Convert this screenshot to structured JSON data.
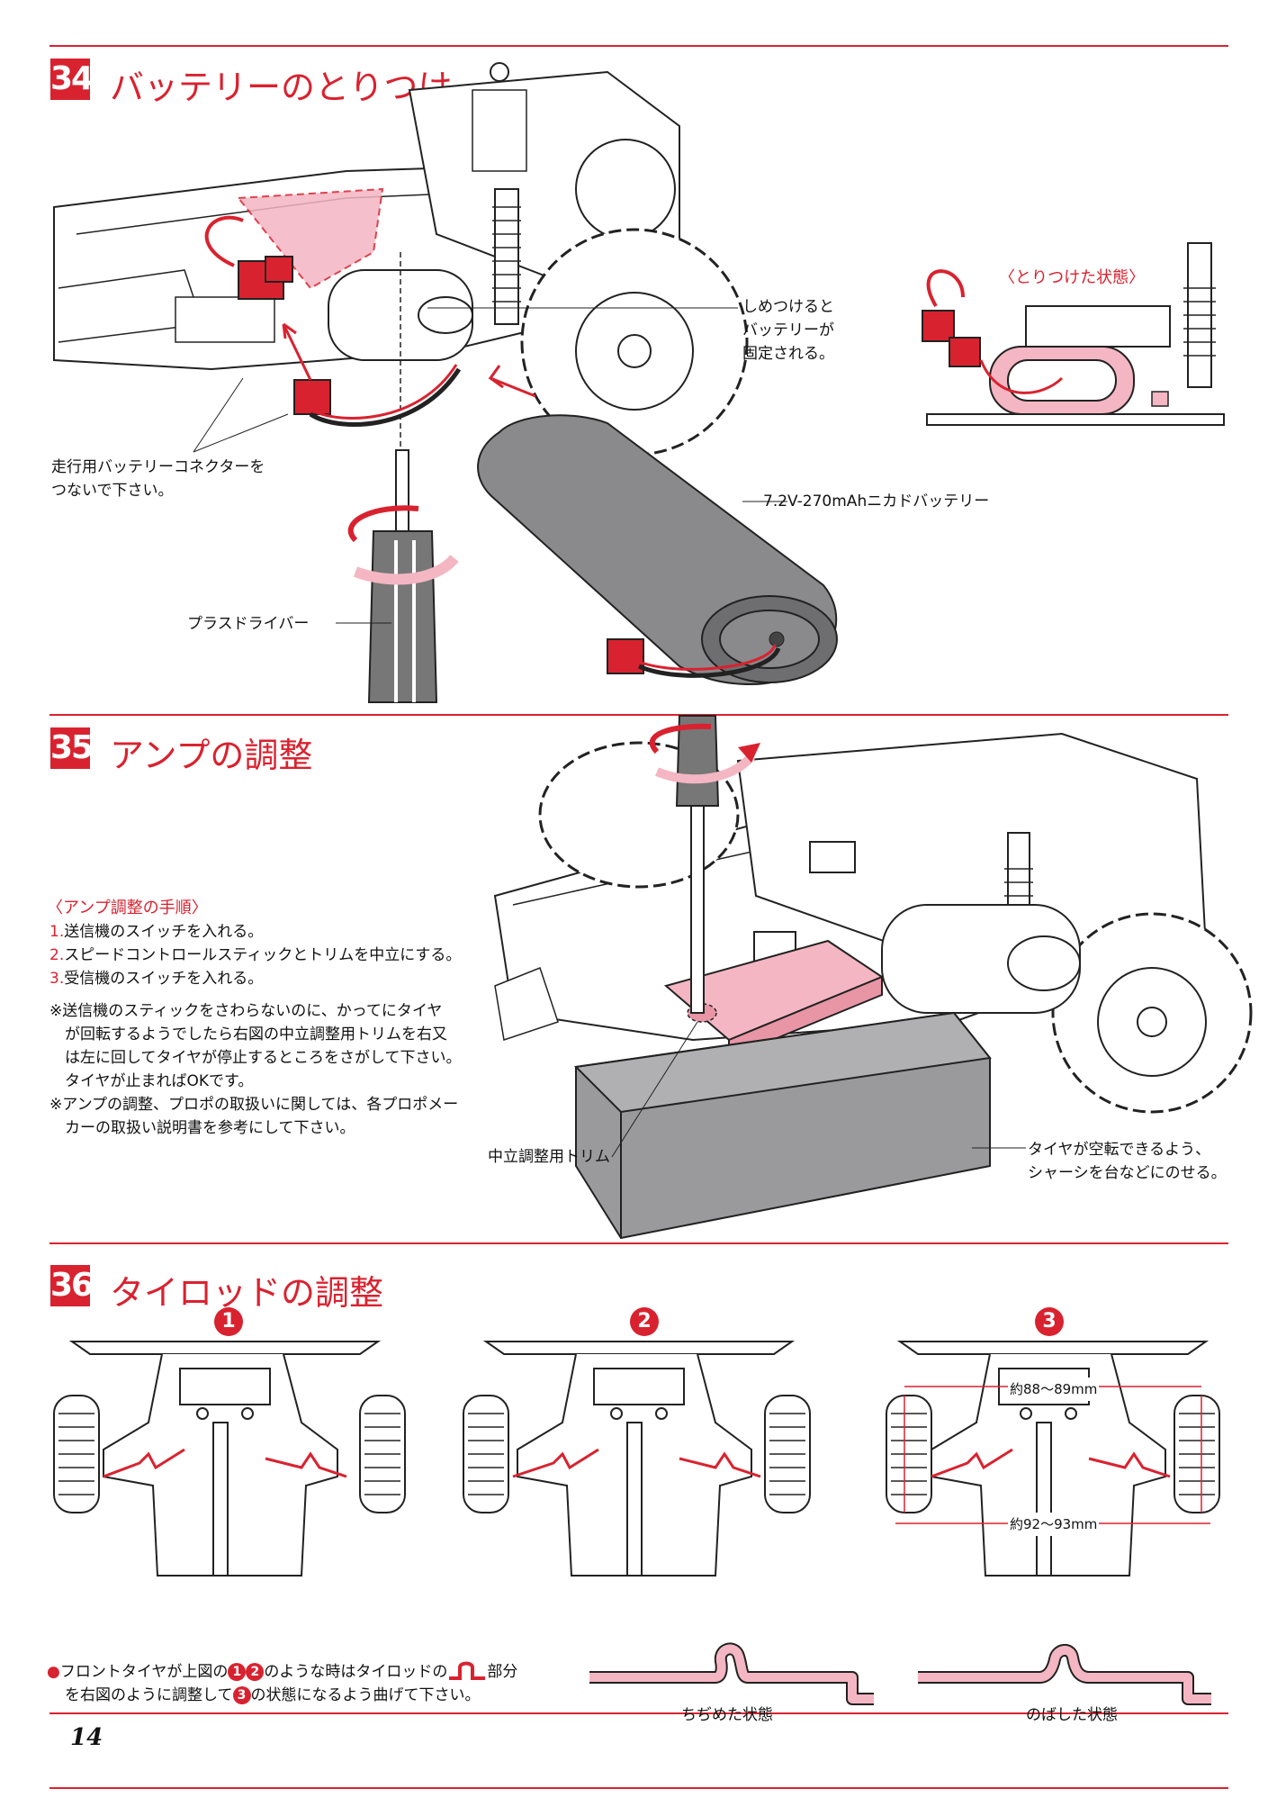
{
  "page_number": "14",
  "colors": {
    "accent": "#d9222f",
    "pink": "#f4b6c2",
    "battery_gray": "#8a8a8c",
    "box_gray": "#9a9a9c"
  },
  "step34": {
    "number": "34",
    "title": "バッテリーのとりつけ",
    "inset_title": "〈とりつけた状態〉",
    "callout_tighten": [
      "しめつけると",
      "バッテリーが",
      "固定される。"
    ],
    "callout_connector": [
      "走行用バッテリーコネクターを",
      "つないで下さい。"
    ],
    "battery_label": "7.2V-270mAhニカドバッテリー",
    "driver_label": "プラスドライバー"
  },
  "step35": {
    "number": "35",
    "title": "アンプの調整",
    "procedure_title": "〈アンプ調整の手順〉",
    "steps": [
      {
        "n": "1.",
        "text": "送信機のスイッチを入れる。"
      },
      {
        "n": "2.",
        "text": "スピードコントロールスティックとトリムを中立にする。"
      },
      {
        "n": "3.",
        "text": "受信機のスイッチを入れる。"
      }
    ],
    "notes": [
      [
        "※送信機のスティックをさわらないのに、かってにタイヤ",
        "が回転するようでしたら右図の中立調整用トリムを右又",
        "は左に回してタイヤが停止するところをさがして下さい。",
        "タイヤが止まればOKです。"
      ],
      [
        "※アンプの調整、プロポの取扱いに関しては、各プロポメー",
        "カーの取扱い説明書を参考にして下さい。"
      ]
    ],
    "trim_label": "中立調整用トリム",
    "stand_label": [
      "タイヤが空転できるよう、",
      "シャーシを台などにのせる。"
    ]
  },
  "step36": {
    "number": "36",
    "title": "タイロッドの調整",
    "diagrams": [
      "1",
      "2",
      "3"
    ],
    "dim_top": "約88～89mm",
    "dim_bottom": "約92～93mm",
    "note_line1_a": "フロントタイヤが上図の",
    "note_line1_b": "のような時はタイロッドの",
    "note_line1_c": "部分",
    "note_line2_a": "を右図のように調整して",
    "note_line2_b": "の状態になるよう曲げて下さい。",
    "circ1": "1",
    "circ2": "2",
    "circ3": "3",
    "rod_compressed": "ちぢめた状態",
    "rod_extended": "のばした状態"
  }
}
